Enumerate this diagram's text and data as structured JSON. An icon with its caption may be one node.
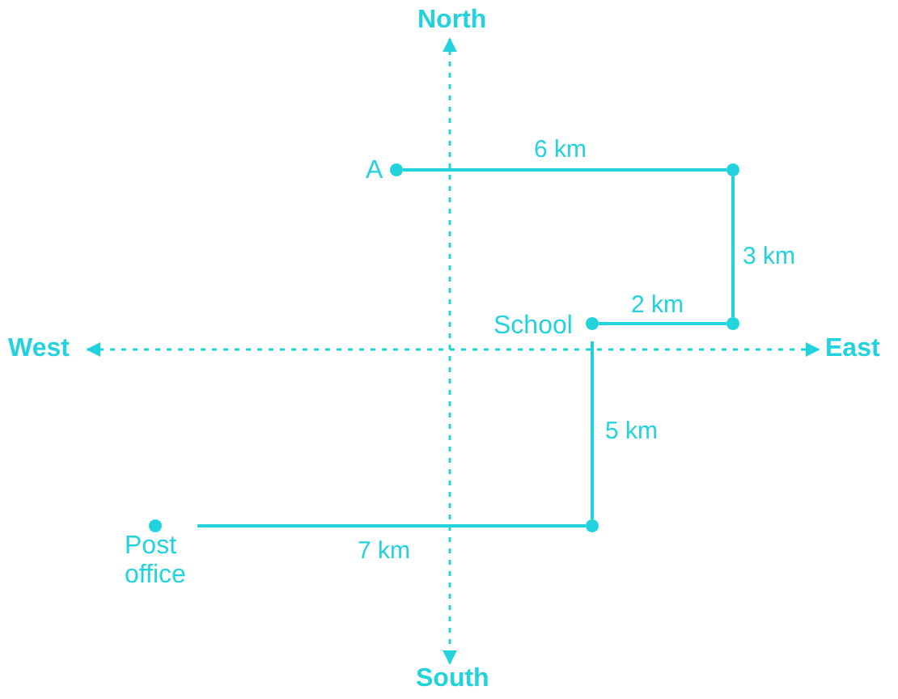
{
  "diagram": {
    "nodes": [
      {
        "text": [
          "A"
        ]
      },
      {
        "text": [],
        "shape": "circle"
      },
      {
        "text": [
          "School"
        ]
      },
      {
        "text": [],
        "shape": "circle"
      },
      {
        "text": [],
        "shape": "circle"
      },
      {
        "text": [
          "Post office"
        ]
      }
    ],
    "edges": [
      {
        "from": 0,
        "to": 1,
        "arrow": "none",
        "label": "6 km"
      },
      {
        "from": 1,
        "to": 3,
        "arrow": "none",
        "label": "3 km"
      },
      {
        "from": 3,
        "to": 2,
        "arrow": "none",
        "label": "2 km"
      },
      {
        "from": 2,
        "to": 4,
        "arrow": "none",
        "label": "5 km"
      },
      {
        "from": 4,
        "to": 5,
        "arrow": "none",
        "label": "7 km"
      }
    ],
    "labels": [
      "North",
      "West",
      "East",
      "South"
    ]
  }
}
